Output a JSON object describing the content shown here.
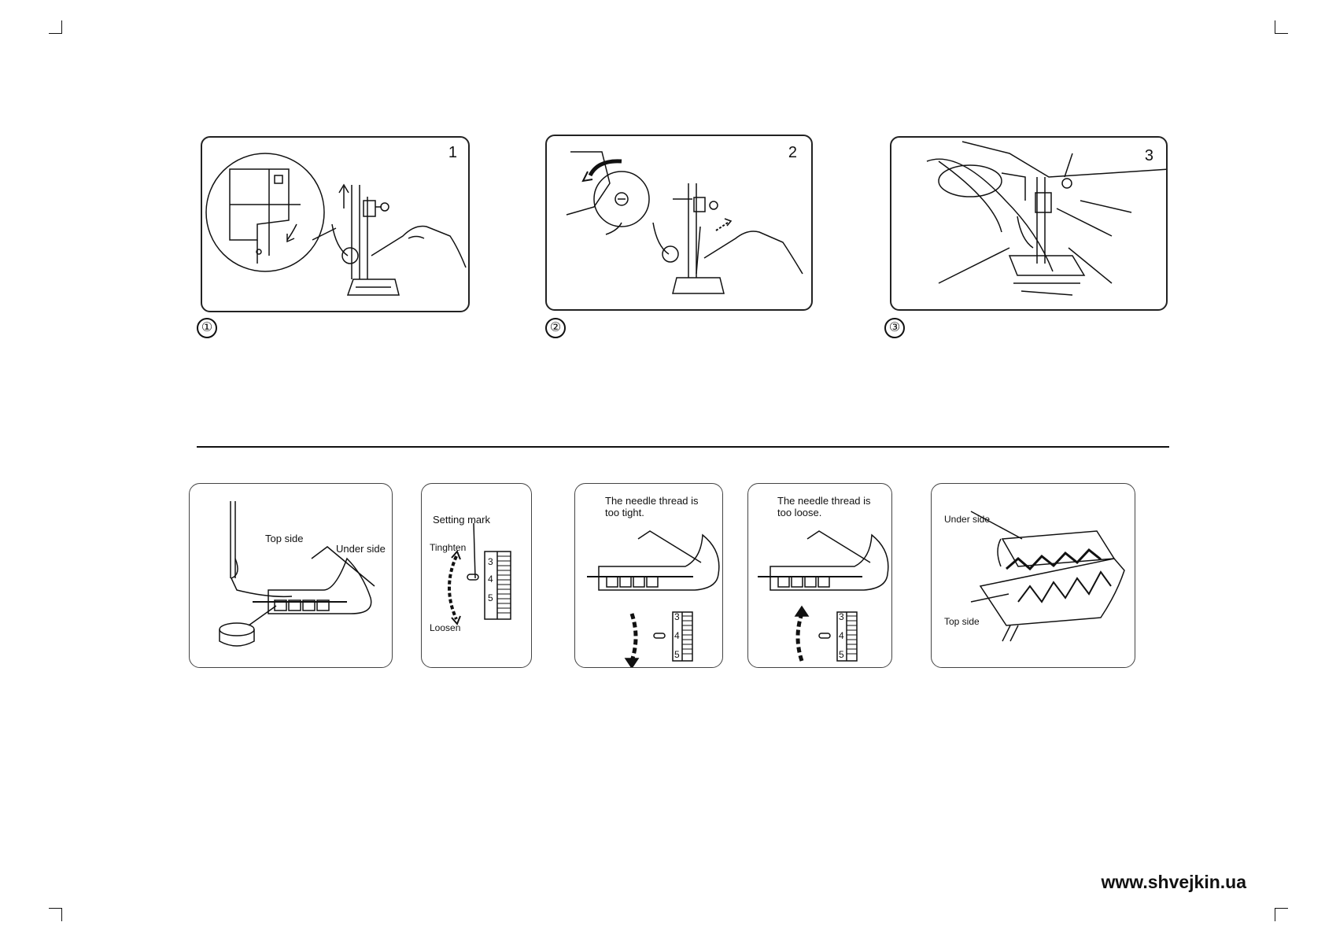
{
  "top_panels": [
    {
      "number": "1",
      "circled": "①"
    },
    {
      "number": "2",
      "circled": "②"
    },
    {
      "number": "3",
      "circled": "③"
    }
  ],
  "tension": {
    "top_side": "Top side",
    "under_side": "Under side",
    "setting_mark": "Setting mark",
    "tighten": "Tinghten",
    "loosen": "Loosen",
    "dial": [
      "3",
      "4",
      "5"
    ],
    "tight_line1": "The needle thread is",
    "tight_line2": "too  tight.",
    "loose_line1": "The needle thread is",
    "loose_line2": "too  loose.",
    "zig_under": "Under side",
    "zig_top": "Top side"
  },
  "footer": {
    "url": "www.shvejkin.ua"
  }
}
